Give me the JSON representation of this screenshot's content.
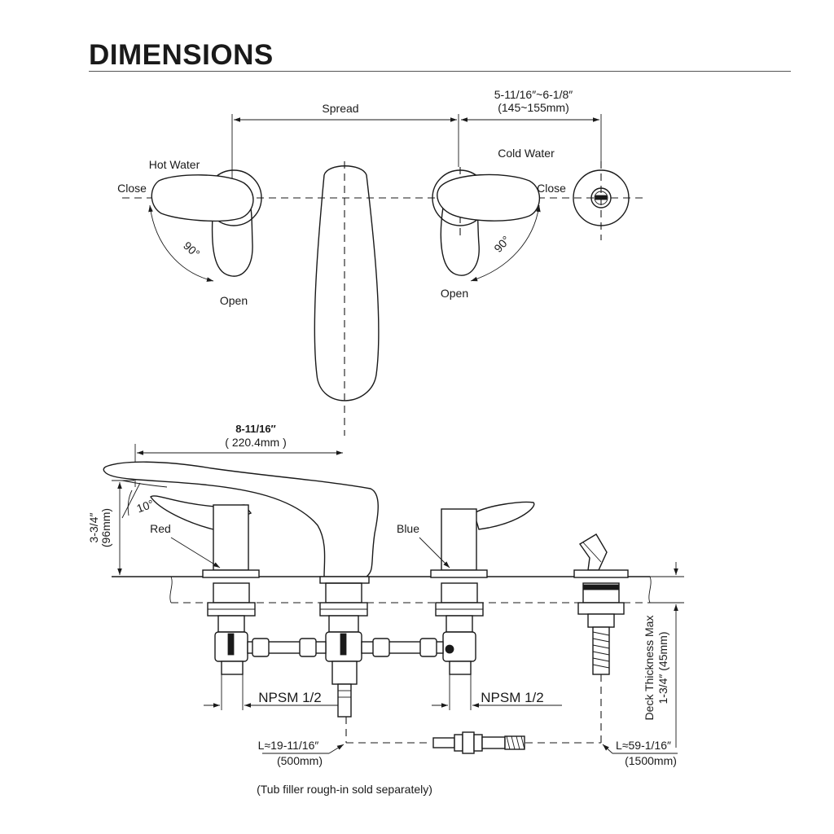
{
  "title": "DIMENSIONS",
  "top_view": {
    "spread_label": "Spread",
    "right_dim_line1": "5-11/16″~6-1/8″",
    "right_dim_line2": "(145~155mm)",
    "hot_water": "Hot Water",
    "cold_water": "Cold Water",
    "left_close": "Close",
    "right_close": "Close",
    "left_angle": "90°",
    "right_angle": "90°",
    "left_open": "Open",
    "right_open": "Open"
  },
  "side_view": {
    "reach_line1": "8-11/16″",
    "reach_line2": "( 220.4mm )",
    "height_line1": "3-3/4″",
    "height_line2": "(96mm)",
    "spout_angle": "10°",
    "red_label": "Red",
    "blue_label": "Blue",
    "npsm_left": "NPSM 1/2",
    "npsm_right": "NPSM 1/2",
    "hose_left_line1": "L≈19-11/16″",
    "hose_left_line2": "(500mm)",
    "hose_right_line1": "L≈59-1/16″",
    "hose_right_line2": "(1500mm)",
    "deck_line1": "Deck Thickness Max",
    "deck_line2": "1-3/4″ (45mm)",
    "footnote": "(Tub filler rough-in sold separately)"
  }
}
